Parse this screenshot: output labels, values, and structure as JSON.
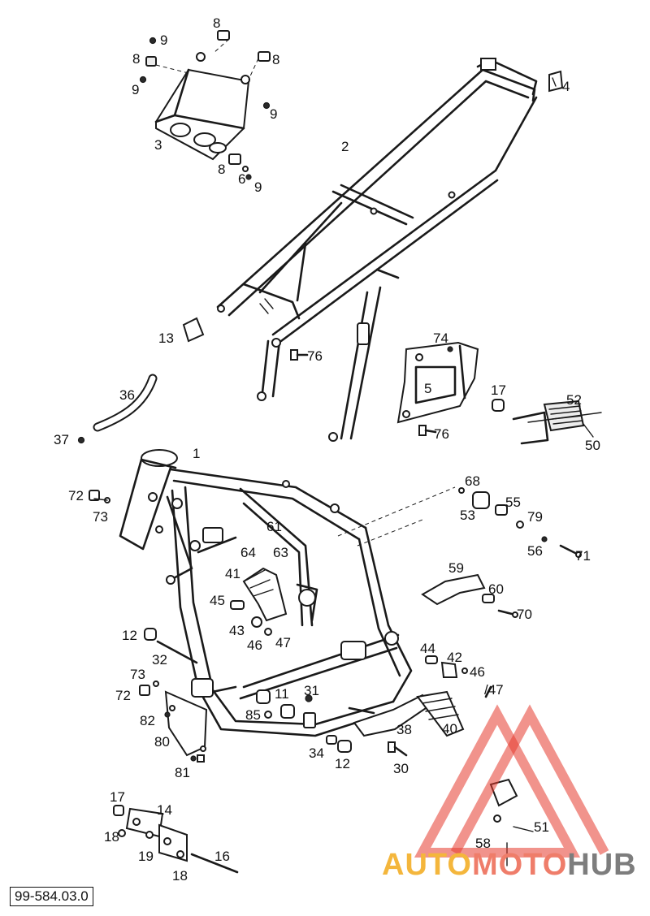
{
  "diagram": {
    "reference_code": "99-584.03.0",
    "callouts": [
      {
        "id": "c-1",
        "text": "1"
      },
      {
        "id": "c-2",
        "text": "2"
      },
      {
        "id": "c-3",
        "text": "3"
      },
      {
        "id": "c-4",
        "text": "4"
      },
      {
        "id": "c-5",
        "text": "5"
      },
      {
        "id": "c-6",
        "text": "6"
      },
      {
        "id": "c-8a",
        "text": "8"
      },
      {
        "id": "c-8b",
        "text": "8"
      },
      {
        "id": "c-8c",
        "text": "8"
      },
      {
        "id": "c-8d",
        "text": "8"
      },
      {
        "id": "c-9a",
        "text": "9"
      },
      {
        "id": "c-9b",
        "text": "9"
      },
      {
        "id": "c-9c",
        "text": "9"
      },
      {
        "id": "c-9d",
        "text": "9"
      },
      {
        "id": "c-11",
        "text": "11"
      },
      {
        "id": "c-12a",
        "text": "12"
      },
      {
        "id": "c-12b",
        "text": "12"
      },
      {
        "id": "c-13",
        "text": "13"
      },
      {
        "id": "c-14",
        "text": "14"
      },
      {
        "id": "c-16",
        "text": "16"
      },
      {
        "id": "c-17a",
        "text": "17"
      },
      {
        "id": "c-17b",
        "text": "17"
      },
      {
        "id": "c-18a",
        "text": "18"
      },
      {
        "id": "c-18b",
        "text": "18"
      },
      {
        "id": "c-19",
        "text": "19"
      },
      {
        "id": "c-30",
        "text": "30"
      },
      {
        "id": "c-31",
        "text": "31"
      },
      {
        "id": "c-32",
        "text": "32"
      },
      {
        "id": "c-34",
        "text": "34"
      },
      {
        "id": "c-36",
        "text": "36"
      },
      {
        "id": "c-37",
        "text": "37"
      },
      {
        "id": "c-38",
        "text": "38"
      },
      {
        "id": "c-40",
        "text": "40"
      },
      {
        "id": "c-41",
        "text": "41"
      },
      {
        "id": "c-42",
        "text": "42"
      },
      {
        "id": "c-43",
        "text": "43"
      },
      {
        "id": "c-44",
        "text": "44"
      },
      {
        "id": "c-45",
        "text": "45"
      },
      {
        "id": "c-46a",
        "text": "46"
      },
      {
        "id": "c-46b",
        "text": "46"
      },
      {
        "id": "c-47a",
        "text": "47"
      },
      {
        "id": "c-47b",
        "text": "/47"
      },
      {
        "id": "c-50",
        "text": "50"
      },
      {
        "id": "c-51",
        "text": "51"
      },
      {
        "id": "c-52",
        "text": "52"
      },
      {
        "id": "c-53",
        "text": "53"
      },
      {
        "id": "c-55",
        "text": "55"
      },
      {
        "id": "c-56",
        "text": "56"
      },
      {
        "id": "c-58",
        "text": "58"
      },
      {
        "id": "c-59",
        "text": "59"
      },
      {
        "id": "c-60",
        "text": "60"
      },
      {
        "id": "c-61",
        "text": "61"
      },
      {
        "id": "c-63",
        "text": "63"
      },
      {
        "id": "c-64",
        "text": "64"
      },
      {
        "id": "c-68",
        "text": "68"
      },
      {
        "id": "c-70",
        "text": "70"
      },
      {
        "id": "c-71",
        "text": "71"
      },
      {
        "id": "c-72a",
        "text": "72"
      },
      {
        "id": "c-72b",
        "text": "72"
      },
      {
        "id": "c-73a",
        "text": "73"
      },
      {
        "id": "c-73b",
        "text": "73"
      },
      {
        "id": "c-74",
        "text": "74"
      },
      {
        "id": "c-76a",
        "text": "76"
      },
      {
        "id": "c-76b",
        "text": "76"
      },
      {
        "id": "c-79",
        "text": "79"
      },
      {
        "id": "c-80",
        "text": "80"
      },
      {
        "id": "c-81",
        "text": "81"
      },
      {
        "id": "c-82",
        "text": "82"
      },
      {
        "id": "c-85",
        "text": "85"
      }
    ]
  },
  "watermark": {
    "word_parts": [
      "AUTO",
      "MOTO",
      "HUB"
    ],
    "colors": {
      "auto": "#f4b63c",
      "moto": "#ef7d6a",
      "hub": "#7d7d7d",
      "triangle": "#e63b2e"
    }
  }
}
